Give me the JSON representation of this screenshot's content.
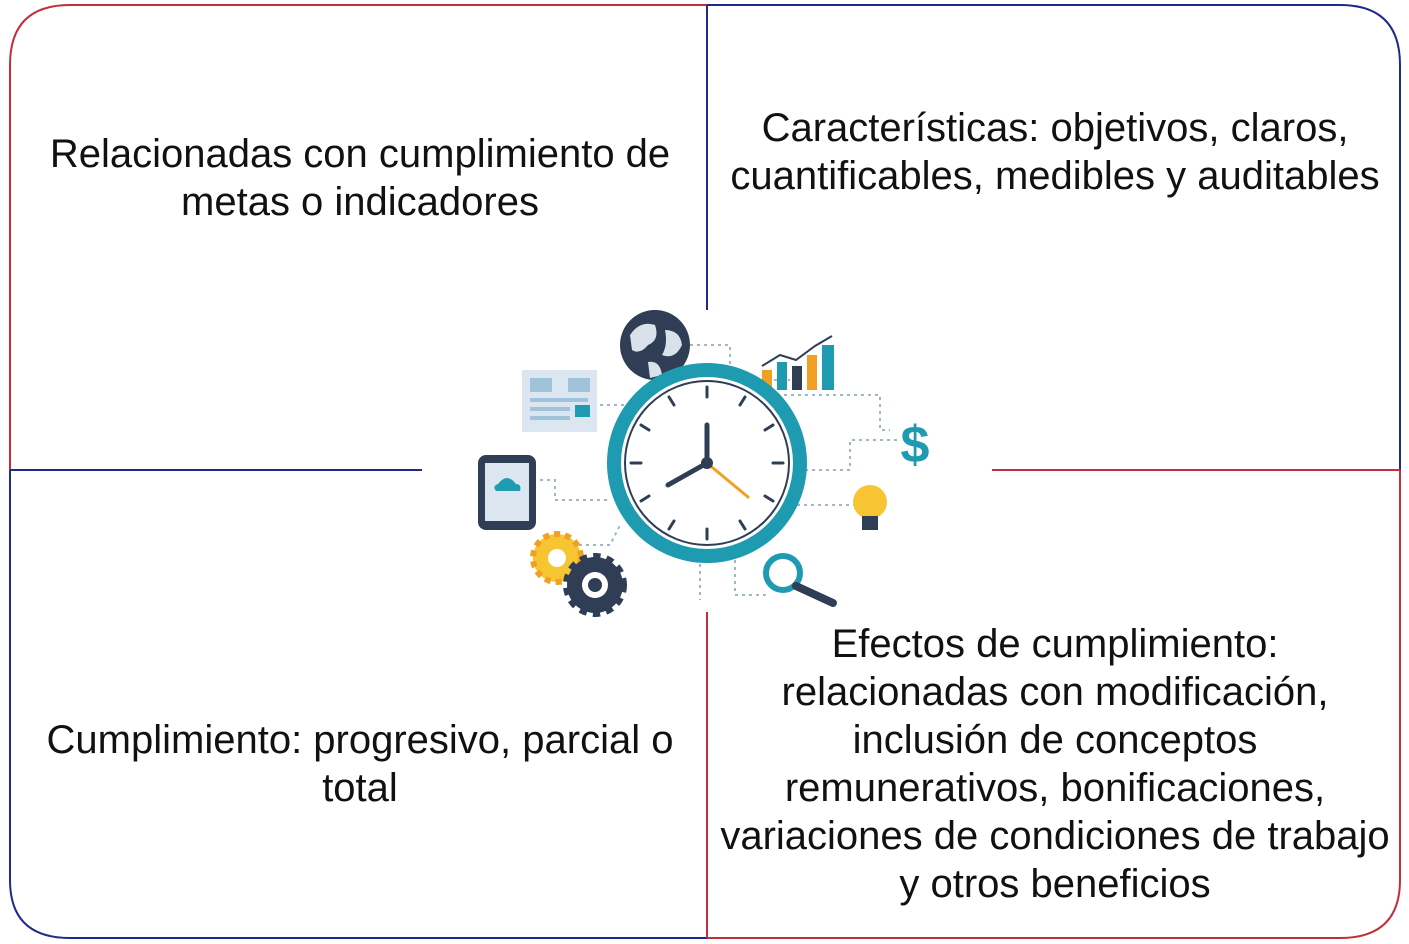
{
  "quadrants": {
    "top_left": "Relacionadas con cumplimiento de metas o indicadores",
    "top_right": "Características: objetivos, claros, cuantificables, medibles y auditables",
    "bottom_left": "Cumplimiento: progresivo, parcial o total",
    "bottom_right": "Efectos  de cumplimiento: relacionadas con modificación, inclusión de conceptos remunerativos, bonificaciones, variaciones de condiciones de trabajo y otros beneficios"
  },
  "colors": {
    "red_line": "#c0303a",
    "blue_line": "#1f2a8c",
    "clock_ring": "#1e9bb0",
    "accent_orange": "#f2a024",
    "accent_yellow": "#f7c531",
    "dark_navy": "#2f3d55"
  },
  "icons": [
    "globe-icon",
    "bar-chart-icon",
    "document-icon",
    "clock-icon",
    "dollar-icon",
    "tablet-icon",
    "lightbulb-icon",
    "gears-icon",
    "magnifier-icon"
  ]
}
